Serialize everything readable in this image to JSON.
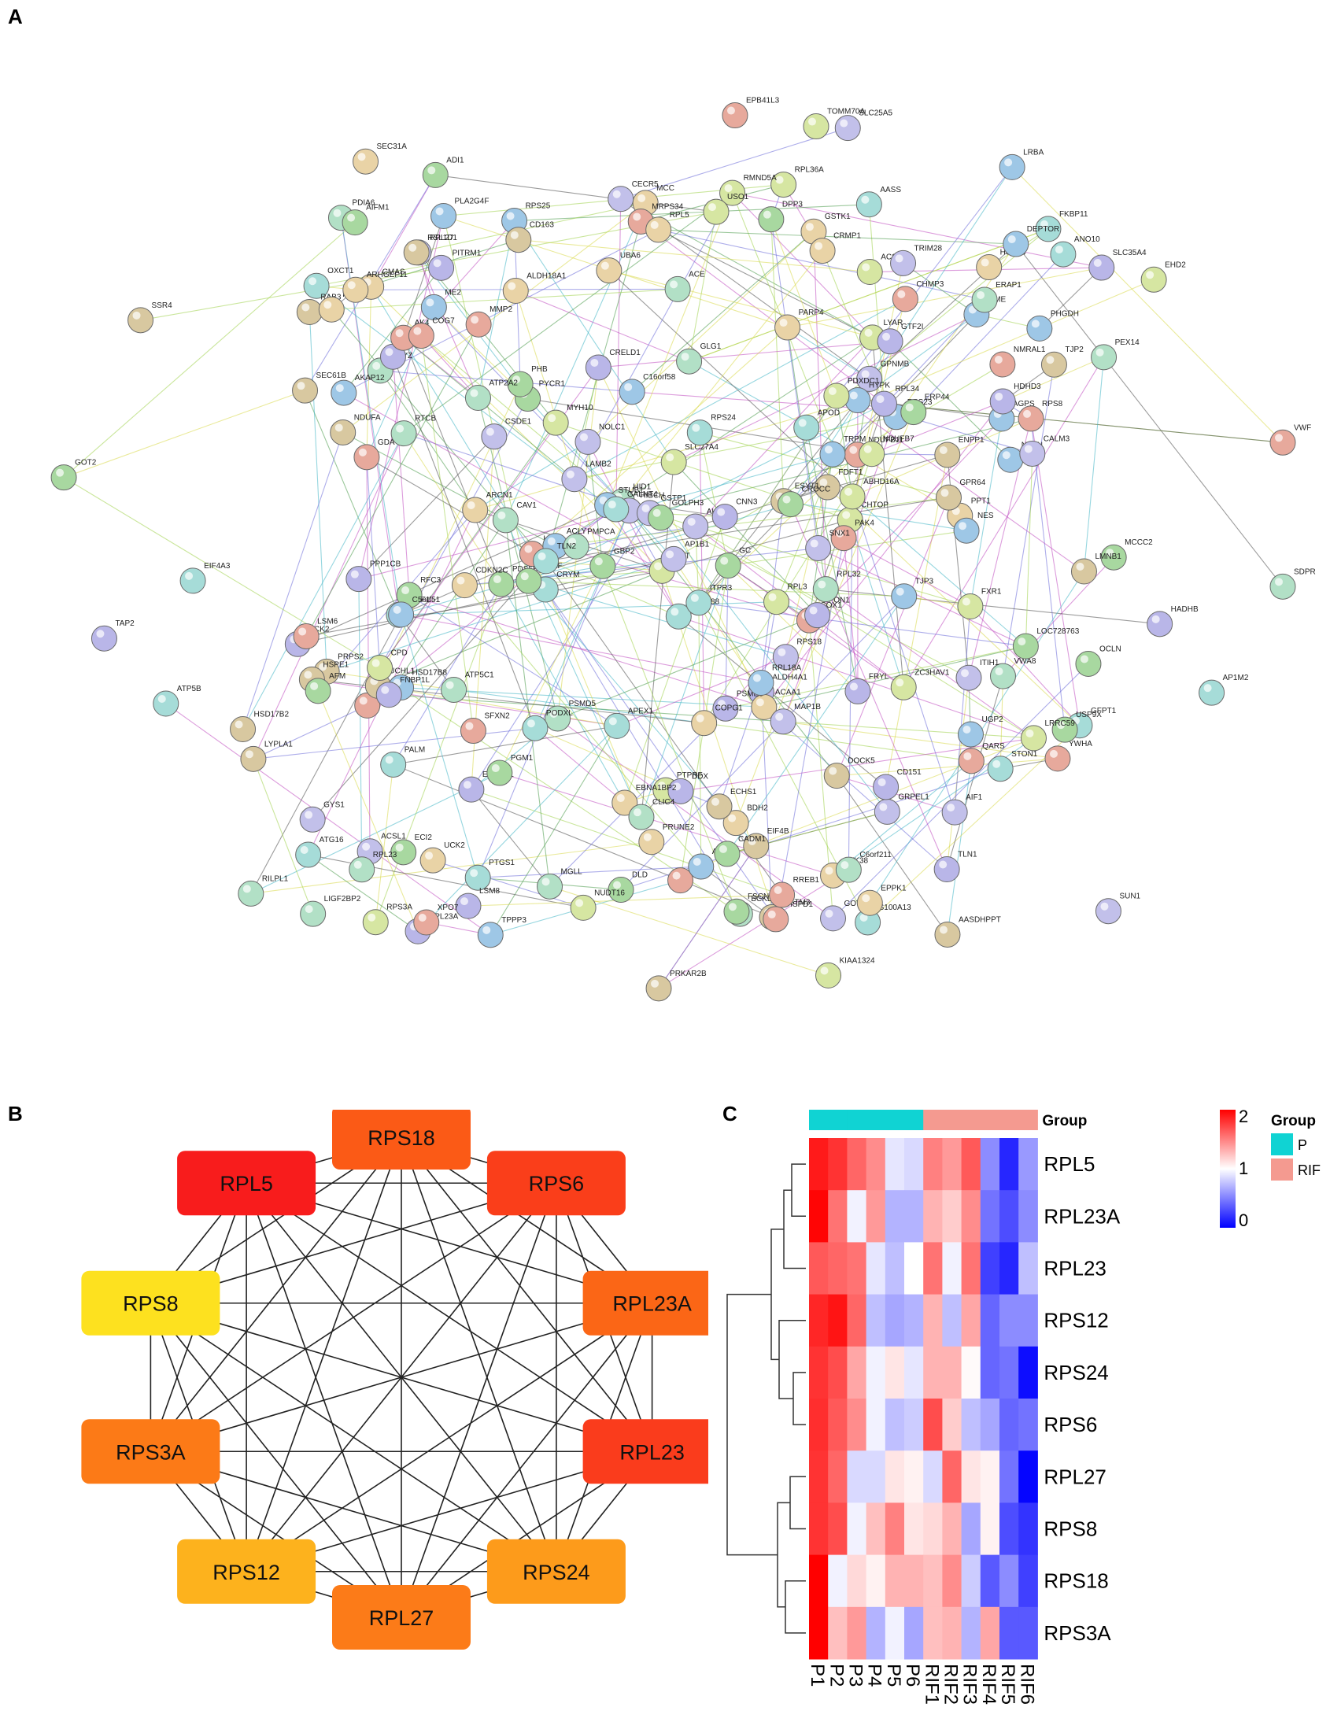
{
  "panels": {
    "a": "A",
    "b": "B",
    "c": "C"
  },
  "ppi_network": {
    "proteins": [
      "TPPP3",
      "ADI1",
      "SLC35A4",
      "MCC",
      "S100A13",
      "KIAA1324",
      "CHMP3",
      "CECR5",
      "RILPL1",
      "HSD17B2",
      "ME2",
      "GBP2",
      "TAP2",
      "PRUNE2",
      "CRYM",
      "ACSM3",
      "PTPRA",
      "GPNMB",
      "HID1",
      "PRPS2",
      "HSD17B8",
      "PYCR1",
      "ENOSF1",
      "BDH2",
      "AASS",
      "MUT",
      "HSDL",
      "GOT1",
      "CRYZ",
      "FDFT1",
      "HYPK",
      "MCCC2",
      "ALDH4A1",
      "ACAA1",
      "ANO10",
      "PTPRF",
      "NMRAL1",
      "HIBCH",
      "PSMD5",
      "AASDHPPT",
      "AGPS",
      "PDS5B",
      "FRYL",
      "STK38",
      "EDF1",
      "CHTOP",
      "NDUFB11",
      "CSDE1",
      "BCKDHB",
      "ECHS1",
      "ACLY",
      "ECI2",
      "PCK2",
      "CMAS",
      "PALM",
      "NDUFB7",
      "ABAT",
      "ACSL1",
      "PEX14",
      "GSTM3",
      "RPS23",
      "MRRF",
      "PSME3",
      "ALDH18A1",
      "OXCT1",
      "SLC27A4",
      "COX1",
      "GSTP1",
      "MGLL",
      "RAB3",
      "RPS25",
      "DLD",
      "HADHB",
      "UCK2",
      "GFPT1",
      "RPL36A",
      "RPS8",
      "RPS18",
      "RPL23",
      "HSPE1",
      "UGP2",
      "GOT2",
      "NNT",
      "GSTK1",
      "STON1",
      "LYAR",
      "QARS",
      "RPL27",
      "PMPCA",
      "NDUFA",
      "PHGDH",
      "PGM1",
      "PON1",
      "PPT1",
      "APOD",
      "RPL3",
      "MRPS34",
      "SLC25A5",
      "ATP5C1",
      "LYPLA1",
      "PLA2G4F",
      "GC",
      "RPL34",
      "RPS12",
      "RPS24",
      "RPS3A",
      "HSPD1",
      "GRPEL1",
      "PDIA6",
      "ENPP1",
      "AZGP1",
      "AFM",
      "RPL23A",
      "RPL5",
      "ATP5B",
      "TOMM70A",
      "SFXN2",
      "GYS1",
      "VWA8",
      "RSL1D1",
      "RPL18A",
      "PHB",
      "PITRM1",
      "HSPB6",
      "FKBP11",
      "ABHD16A",
      "AK4",
      "ITIH1",
      "GLG1",
      "SEC61B",
      "STUB1",
      "AIFM1",
      "PPP1CB",
      "CRMP1",
      "PTGS1",
      "NUDT16",
      "GDA",
      "AHSG",
      "RPL32",
      "EIF4B",
      "NCLN",
      "RFC3",
      "DDX",
      "EBNA1BP2",
      "EIF4A3",
      "FXR1",
      "VWF",
      "MAP1B",
      "ACE",
      "CD163",
      "MME",
      "ERP44",
      "LSM8",
      "ARCN1",
      "APEX1",
      "ZC3HAV1",
      "YWHA",
      "TRIM28",
      "CAV1",
      "LMNB1",
      "NES",
      "DPP3",
      "CD151",
      "UBA6",
      "NUP188",
      "RMND5A",
      "LSM6",
      "NOLC1",
      "RTCB",
      "SSR4",
      "DEPTOR",
      "GOLPH3",
      "TLN1",
      "PARP4",
      "ITPR3",
      "MYH10",
      "MMP2",
      "AIF1",
      "ERAP1",
      "UCHL1",
      "C5orf51",
      "LOC728763",
      "HDHD3",
      "SEC31A",
      "ATG16",
      "USO1",
      "COG7",
      "CALM3",
      "ATP2A2",
      "ESYT1",
      "C16orf58",
      "USP9X",
      "FNBP1L",
      "COPG1",
      "TLN2",
      "EHD2",
      "PAK4",
      "SUN1",
      "SDPR",
      "DOCK5",
      "TRPM",
      "OCLN",
      "GTF2I",
      "EPPK1",
      "GALNT4",
      "LRRC59",
      "XPO7",
      "AP1B1",
      "C6orf211",
      "PRKAR2B",
      "AKAP12",
      "CROCC",
      "CNN3",
      "CDKN2C",
      "AP1M2",
      "CPD",
      "EPB41L3",
      "LAMB2",
      "CLIC4",
      "TJP2",
      "TJP3",
      "FSCN1",
      "CRELD1",
      "ARHGEF11",
      "PODXL",
      "PDXDC1",
      "RREB1",
      "SNX1",
      "LIGF2BP2",
      "GPR64",
      "LRBA",
      "CADM1"
    ]
  },
  "hub_network": {
    "nodes": [
      {
        "label": "RPS18",
        "color": "#fb5a16"
      },
      {
        "label": "RPS6",
        "color": "#fa3e1a"
      },
      {
        "label": "RPL23A",
        "color": "#fb6616"
      },
      {
        "label": "RPL23",
        "color": "#fa3c1c"
      },
      {
        "label": "RPS24",
        "color": "#fd9b1b"
      },
      {
        "label": "RPL27",
        "color": "#fc7b18"
      },
      {
        "label": "RPS12",
        "color": "#fdb21d"
      },
      {
        "label": "RPS3A",
        "color": "#fc7a17"
      },
      {
        "label": "RPS8",
        "color": "#fde11f"
      },
      {
        "label": "RPL5",
        "color": "#f81c1c"
      }
    ]
  },
  "heatmap": {
    "group_annotation_label": "Group",
    "columns": [
      "P1",
      "P2",
      "P3",
      "P4",
      "P5",
      "P6",
      "RIF1",
      "RIF2",
      "RIF3",
      "RIF4",
      "RIF5",
      "RIF6"
    ],
    "column_groups": [
      "P",
      "P",
      "P",
      "P",
      "P",
      "P",
      "RIF",
      "RIF",
      "RIF",
      "RIF",
      "RIF",
      "RIF"
    ],
    "rows": [
      "RPL5",
      "RPL23A",
      "RPL23",
      "RPS12",
      "RPS24",
      "RPS6",
      "RPL27",
      "RPS8",
      "RPS18",
      "RPS3A"
    ],
    "values": [
      [
        1.9,
        1.8,
        1.6,
        1.45,
        0.9,
        0.85,
        1.5,
        1.4,
        1.65,
        0.55,
        0.15,
        0.6
      ],
      [
        1.98,
        1.55,
        0.95,
        1.4,
        0.7,
        0.7,
        1.3,
        1.2,
        1.45,
        0.45,
        0.3,
        0.55
      ],
      [
        1.65,
        1.6,
        1.55,
        0.9,
        0.75,
        1.0,
        1.55,
        0.95,
        1.55,
        0.25,
        0.15,
        0.75
      ],
      [
        1.85,
        1.92,
        1.6,
        0.75,
        0.65,
        0.7,
        1.3,
        0.75,
        1.35,
        0.4,
        0.55,
        0.55
      ],
      [
        1.8,
        1.7,
        1.35,
        0.95,
        1.1,
        0.9,
        1.3,
        1.3,
        1.02,
        0.4,
        0.45,
        0.05
      ],
      [
        1.82,
        1.65,
        1.45,
        0.95,
        0.75,
        0.8,
        1.7,
        1.2,
        0.75,
        0.65,
        0.4,
        0.45
      ],
      [
        1.8,
        1.6,
        0.85,
        0.85,
        1.1,
        1.05,
        0.85,
        1.6,
        1.1,
        1.05,
        0.45,
        0.02
      ],
      [
        1.8,
        1.7,
        0.95,
        1.25,
        1.5,
        1.1,
        1.15,
        1.3,
        0.65,
        1.05,
        0.3,
        0.2
      ],
      [
        2.1,
        0.95,
        1.15,
        1.05,
        1.3,
        1.3,
        1.25,
        1.45,
        0.8,
        0.35,
        0.55,
        0.25
      ],
      [
        2.15,
        1.25,
        1.4,
        0.7,
        0.95,
        0.65,
        1.25,
        1.3,
        0.7,
        1.35,
        0.35,
        0.35
      ]
    ],
    "legend_ticks": [
      "2",
      "1",
      "0"
    ],
    "legend_range": [
      0,
      2
    ],
    "group_legend": {
      "title": "Group",
      "items": [
        {
          "label": "P",
          "color": "#10d3d3"
        },
        {
          "label": "RIF",
          "color": "#f49a90"
        }
      ]
    },
    "colors": {
      "low": "#0000ff",
      "mid": "#ffffff",
      "high": "#ff0000"
    }
  }
}
